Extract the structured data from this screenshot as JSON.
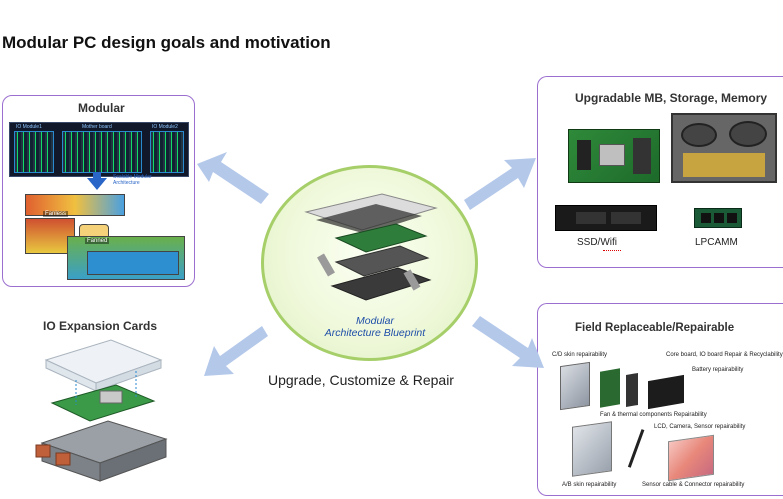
{
  "title": "Modular PC design goals and motivation",
  "center": {
    "caption_line1": "Modular",
    "caption_line2": "Architecture Blueprint",
    "tagline": "Upgrade, Customize & Repair"
  },
  "modular": {
    "title": "Modular",
    "board_labels": [
      "IO Module1",
      "Mother board",
      "IO Module2"
    ],
    "arch_label": "Scalable Modular Architecture",
    "fanless_label": "Fanless",
    "fanned_label": "Fanned"
  },
  "upgradable": {
    "title": "Upgradable MB, Storage, Memory",
    "ssd_label": "SSD/Wifi",
    "lpcamm_label": "LPCAMM"
  },
  "field": {
    "title": "Field Replaceable/Repairable",
    "labels": {
      "cd_skin": "C/D skin  repairability",
      "core_board": "Core board, IO board Repair & Recyclability",
      "battery": "Battery  repairability",
      "fan": "Fan & thermal components  Repairability",
      "lcd": "LCD, Camera, Sensor  repairability",
      "ab_skin": "A/B skin  repairability",
      "sensor_cable": "Sensor cable & Connector repairability"
    }
  },
  "io": {
    "title": "IO Expansion Cards"
  },
  "colors": {
    "panel_border": "#9b6fd0",
    "center_border": "#a6cf6a",
    "arrow": "#b4c8ea",
    "caption": "#1e4ea8"
  }
}
